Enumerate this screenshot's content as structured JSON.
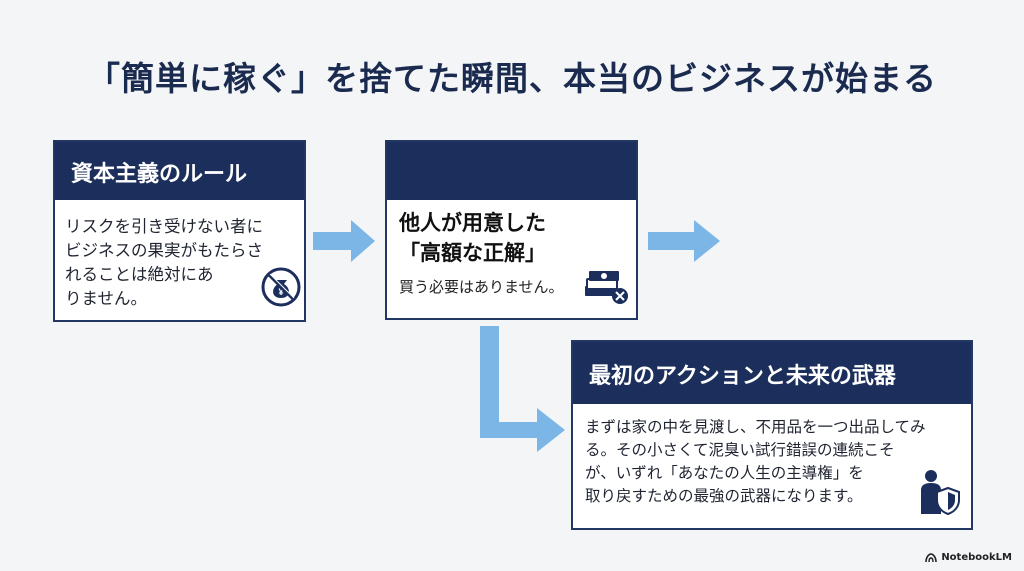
{
  "title": "「簡単に稼ぐ」を捨てた瞬間、本当のビジネスが始まる",
  "cards": [
    {
      "header": "資本主義のルール",
      "body_lines": [
        "リスクを引き受けない者に",
        "ビジネスの果実がもたらさ",
        "れることは絶対にあ",
        "りません。"
      ],
      "icon": "no-money-bag-icon"
    },
    {
      "header": "",
      "big_lines": [
        "他人が用意した",
        "「高額な正解」"
      ],
      "small": "買う必要はありません。",
      "icon": "no-cash-icon"
    },
    {
      "header": "最初のアクションと未来の武器",
      "body_lines": [
        "まずは家の中を見渡し、不用品を一つ出品してみ",
        "る。その小さくて泥臭い試行錯誤の連続こそ",
        "が、いずれ「あなたの人生の主導権」を",
        "取り戻すための最強の武器になります。"
      ],
      "icon": "person-shield-icon"
    }
  ],
  "footer": {
    "brand": "NotebookLM",
    "icon": "notebooklm-logo-icon"
  },
  "colors": {
    "navy": "#1c2f5c",
    "arrow": "#7bb6e6",
    "background": "#f4f5f7"
  }
}
